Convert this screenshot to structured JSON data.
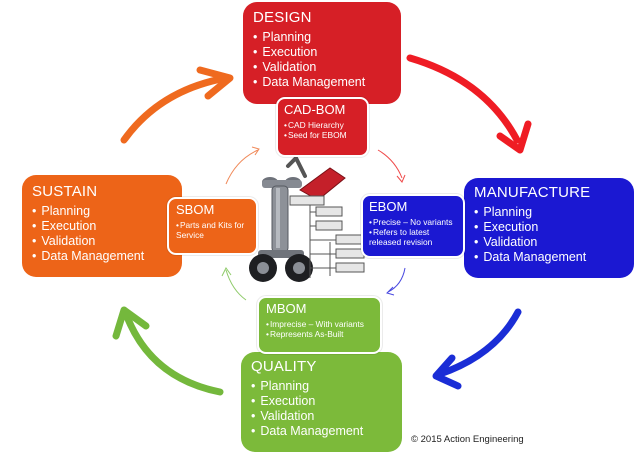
{
  "colors": {
    "design": "#d61f26",
    "manufacture": "#1b18d2",
    "quality": "#7cba3a",
    "sustain": "#ed6418",
    "arrow_red": "#ef1c24",
    "arrow_blue": "#1a2dd6",
    "arrow_green": "#74b83c",
    "arrow_orange": "#ef6a1f"
  },
  "design": {
    "title": "DESIGN",
    "items": [
      "Planning",
      "Execution",
      "Validation",
      "Data Management"
    ]
  },
  "manufacture": {
    "title": "MANUFACTURE",
    "items": [
      "Planning",
      "Execution",
      "Validation",
      "Data Management"
    ]
  },
  "quality": {
    "title": "QUALITY",
    "items": [
      "Planning",
      "Execution",
      "Validation",
      "Data Management"
    ]
  },
  "sustain": {
    "title": "SUSTAIN",
    "items": [
      "Planning",
      "Execution",
      "Validation",
      "Data Management"
    ]
  },
  "cadbom": {
    "title": "CAD-BOM",
    "items": [
      "CAD Hierarchy",
      "Seed for EBOM"
    ]
  },
  "ebom": {
    "title": "EBOM",
    "line1": "Precise – No variants",
    "line2": "Refers to latest",
    "line3": "released revision"
  },
  "mbom": {
    "title": "MBOM",
    "items": [
      "Imprecise – With variants",
      "Represents As-Built"
    ]
  },
  "sbom": {
    "title": "SBOM",
    "line1": "Parts and Kits for",
    "line2": "Service"
  },
  "copyright": "© 2015 Action Engineering"
}
